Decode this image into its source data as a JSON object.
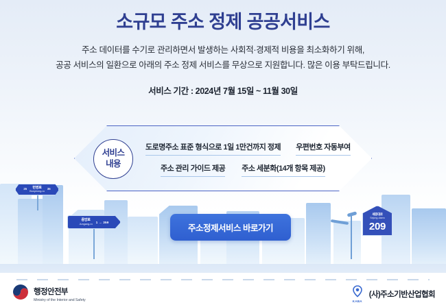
{
  "banner": {
    "title": "소규모 주소 정제 공공서비스",
    "description_lines": [
      "주소 데이터를 수기로 관리하면서 발생하는 사회적·경제적 비용을 최소화하기 위해,",
      "공공 서비스의 일환으로 아래의 주소 정제 서비스를 무상으로 지원합니다. 많은 이용 부탁드립니다."
    ],
    "period": "서비스 기간 : 2024년 7월 15일 ~ 11월 30일"
  },
  "service_box": {
    "badge_line1": "서비스",
    "badge_line2": "내용",
    "items": [
      "도로명주소 표준 형식으로 1일 1만건까지 정제",
      "우편번호 자동부여",
      "주소 관리 가이드  제공",
      "주소 세분화(14개 항목 제공)"
    ]
  },
  "cta": {
    "label": "주소정제서비스 바로가기"
  },
  "signs": {
    "street_a": {
      "num_left": "25",
      "name_ko": "번영로",
      "name_en": "Bunyeong-ro",
      "num_right": "35"
    },
    "street_b": {
      "name_ko": "중앙로",
      "name_en": "Jungang-ro",
      "range": "1 → 359"
    },
    "building_number": {
      "name_ko": "세종대로",
      "name_en": "Sejong-daero",
      "number": "209"
    }
  },
  "footer": {
    "gov": {
      "name_ko": "행정안전부",
      "name_en": "Ministry of the Interior and Safety"
    },
    "association": {
      "logo_label": "KABA",
      "name_ko": "(사)주소기반산업협회"
    }
  },
  "colors": {
    "title_navy": "#2f3f91",
    "cta_blue": "#2f5fd0",
    "sign_blue": "#2a49b8",
    "hex_border": "#4b63c4",
    "underline": "#a8c6ea"
  }
}
